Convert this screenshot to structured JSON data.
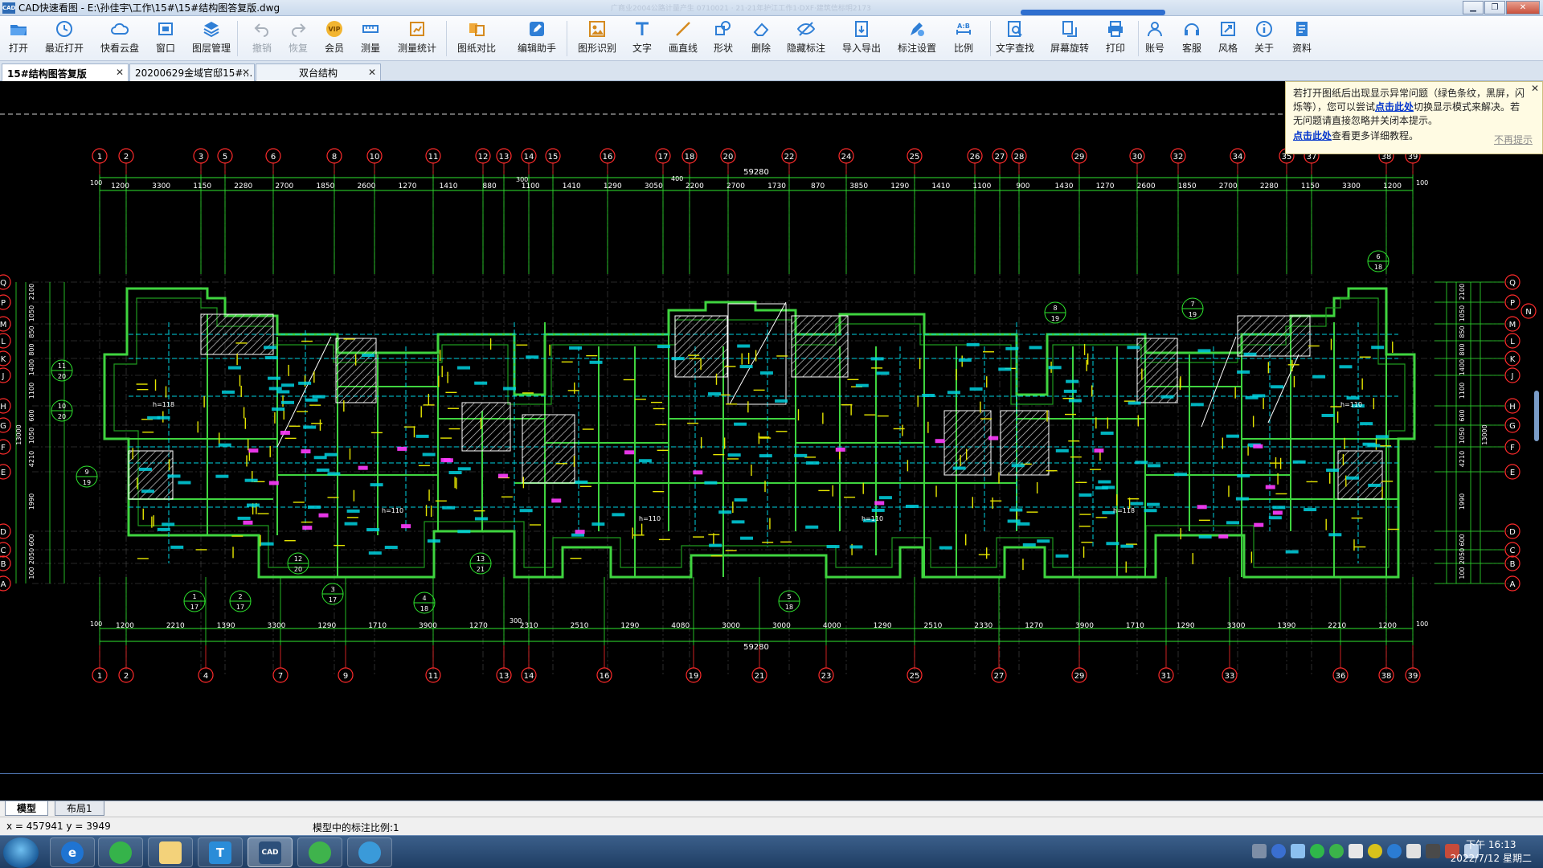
{
  "window": {
    "app_name": "CAD快速看图",
    "title": "CAD快速看图 - E:\\孙佳宇\\工作\\15#\\15#结构图答复版.dwg",
    "icon_text": "CAD",
    "ghost_text": "广商业2004公路计量产生 0710021 · 21·21年护江工作1·DXF·建筑信标明2173",
    "controls": [
      "minimize",
      "maximize",
      "close"
    ]
  },
  "toolbar": [
    {
      "label": "打开",
      "icon": "folder-open-icon",
      "disabled": false
    },
    {
      "label": "最近打开",
      "icon": "recent-clock-icon",
      "disabled": false
    },
    {
      "label": "快看云盘",
      "icon": "cloud-icon",
      "disabled": false
    },
    {
      "label": "窗口",
      "icon": "window-icon",
      "disabled": false
    },
    {
      "label": "图层管理",
      "icon": "layers-icon",
      "disabled": false
    },
    {
      "label": "撤销",
      "icon": "undo-icon",
      "disabled": true
    },
    {
      "label": "恢复",
      "icon": "redo-icon",
      "disabled": true
    },
    {
      "label": "会员",
      "icon": "vip-icon",
      "icon_text": "VIP",
      "disabled": false
    },
    {
      "label": "测量",
      "icon": "ruler-icon",
      "disabled": false
    },
    {
      "label": "测量统计",
      "icon": "measure-stats-icon",
      "disabled": false
    },
    {
      "label": "图纸对比",
      "icon": "compare-icon",
      "disabled": false
    },
    {
      "label": "编辑助手",
      "icon": "edit-assistant-icon",
      "disabled": false
    },
    {
      "label": "图形识别",
      "icon": "shape-recognition-icon",
      "disabled": false
    },
    {
      "label": "文字",
      "icon": "text-icon",
      "disabled": false
    },
    {
      "label": "画直线",
      "icon": "line-icon",
      "disabled": false
    },
    {
      "label": "形状",
      "icon": "shape-icon",
      "disabled": false
    },
    {
      "label": "删除",
      "icon": "eraser-icon",
      "disabled": false
    },
    {
      "label": "隐藏标注",
      "icon": "hide-annotation-icon",
      "disabled": false
    },
    {
      "label": "导入导出",
      "icon": "import-export-icon",
      "disabled": false
    },
    {
      "label": "标注设置",
      "icon": "annotation-settings-icon",
      "disabled": false
    },
    {
      "label": "比例",
      "icon": "scale-icon",
      "icon_text": "A:B",
      "disabled": false
    },
    {
      "label": "文字查找",
      "icon": "text-search-icon",
      "disabled": false
    },
    {
      "label": "屏幕旋转",
      "icon": "rotate-screen-icon",
      "disabled": false
    },
    {
      "label": "打印",
      "icon": "printer-icon",
      "disabled": false
    },
    {
      "label": "账号",
      "icon": "user-icon",
      "disabled": false
    },
    {
      "label": "客服",
      "icon": "headset-icon",
      "disabled": false
    },
    {
      "label": "风格",
      "icon": "style-icon",
      "disabled": false
    },
    {
      "label": "关于",
      "icon": "info-icon",
      "disabled": false
    },
    {
      "label": "资料",
      "icon": "documents-icon",
      "disabled": false
    }
  ],
  "tabs": [
    {
      "label": "15#结构图答复版",
      "active": true
    },
    {
      "label": "20200629金域官邸15#…",
      "active": false
    },
    {
      "label": "双台结构",
      "active": false
    }
  ],
  "notice": {
    "line1": "若打开图纸后出现显示异常问题（绿色条纹，黑屏，闪",
    "line2a": "烁等），您可以尝试",
    "link1": "点击此处",
    "line2b": "切换显示模式来解决。若",
    "line3": "无问题请直接忽略并关闭本提示。",
    "link2": "点击此处",
    "line4": "查看更多详细教程。",
    "dismiss": "不再提示"
  },
  "drawing": {
    "top_axes": [
      "1",
      "2",
      "3",
      "5",
      "6",
      "8",
      "10",
      "11",
      "12",
      "13",
      "14",
      "15",
      "16",
      "17",
      "18",
      "20",
      "22",
      "24",
      "25",
      "26",
      "27",
      "28",
      "29",
      "30",
      "32",
      "34",
      "35",
      "37",
      "38",
      "39"
    ],
    "bottom_axes": [
      "1",
      "2",
      "4",
      "7",
      "9",
      "11",
      "13",
      "14",
      "16",
      "19",
      "21",
      "23",
      "25",
      "27",
      "29",
      "31",
      "33",
      "36",
      "38",
      "39"
    ],
    "left_axes": [
      "Q",
      "P",
      "M",
      "L",
      "K",
      "J",
      "H",
      "G",
      "F",
      "E",
      "D",
      "C",
      "B",
      "A"
    ],
    "right_axes": [
      "Q",
      "P",
      "M",
      "L",
      "K",
      "J",
      "H",
      "G",
      "F",
      "E",
      "D",
      "C",
      "B",
      "A"
    ],
    "total_dimension": "59280",
    "top_dimensions": [
      "1200",
      "3300",
      "1150",
      "2280",
      "2700",
      "1850",
      "2600",
      "1270",
      "1410",
      "880",
      "1100",
      "1410",
      "1290",
      "3050",
      "2200",
      "2700",
      "1730",
      "870",
      "3850",
      "1290",
      "1410",
      "1100",
      "900",
      "1430",
      "1270",
      "2600",
      "1850",
      "2700",
      "2280",
      "1150",
      "3300",
      "1200"
    ],
    "bottom_dimensions": [
      "1200",
      "2210",
      "1390",
      "3300",
      "1290",
      "1710",
      "3900",
      "1270",
      "2310",
      "2510",
      "1290",
      "4080",
      "3000",
      "3000",
      "4000",
      "1290",
      "2510",
      "2330",
      "1270",
      "3900",
      "1710",
      "1290",
      "3300",
      "1390",
      "2210",
      "1200"
    ],
    "left_dims": [
      "2100",
      "1050",
      "850",
      "800",
      "1400",
      "1100",
      "600",
      "1050",
      "4210",
      "1990",
      "600",
      "2050",
      "100",
      "13000"
    ],
    "detail_callouts": [
      {
        "num": "11",
        "den": "20"
      },
      {
        "num": "10",
        "den": "20"
      },
      {
        "num": "9",
        "den": "19"
      },
      {
        "num": "1",
        "den": "17"
      },
      {
        "num": "2",
        "den": "17"
      },
      {
        "num": "12",
        "den": "20"
      },
      {
        "num": "3",
        "den": "17"
      },
      {
        "num": "4",
        "den": "18"
      },
      {
        "num": "13",
        "den": "21"
      },
      {
        "num": "5",
        "den": "18"
      },
      {
        "num": "8",
        "den": "19"
      },
      {
        "num": "7",
        "den": "19"
      },
      {
        "num": "6",
        "den": "18"
      }
    ],
    "small_labels": [
      "300",
      "400",
      "300",
      "100",
      "100",
      "100",
      "100",
      "h=118",
      "h=110",
      "h=110",
      "h=110",
      "h=118",
      "h=110",
      "N"
    ]
  },
  "layout_tabs": [
    {
      "label": "模型",
      "active": true
    },
    {
      "label": "布局1",
      "active": false
    }
  ],
  "status": {
    "coords": "x = 457941  y = 3949",
    "scale": "模型中的标注比例:1"
  },
  "taskbar": {
    "apps": [
      "ie-icon",
      "browser-icon",
      "folder-icon",
      "text-app-icon",
      "cad-icon",
      "wechat-icon",
      "chat-icon"
    ],
    "cad_app_text": "CAD",
    "text_app_letter": "T",
    "time": "下午 16:13",
    "date": "2022/7/12 星期二"
  },
  "colors": {
    "axis_red": "#ff2b2b",
    "wall_green": "#3fd43f",
    "dim_green": "#2ee62e",
    "cyan": "#00d2e0",
    "yellow": "#e6e600",
    "magenta": "#ff3cff",
    "hatch": "#cfcfcf"
  }
}
